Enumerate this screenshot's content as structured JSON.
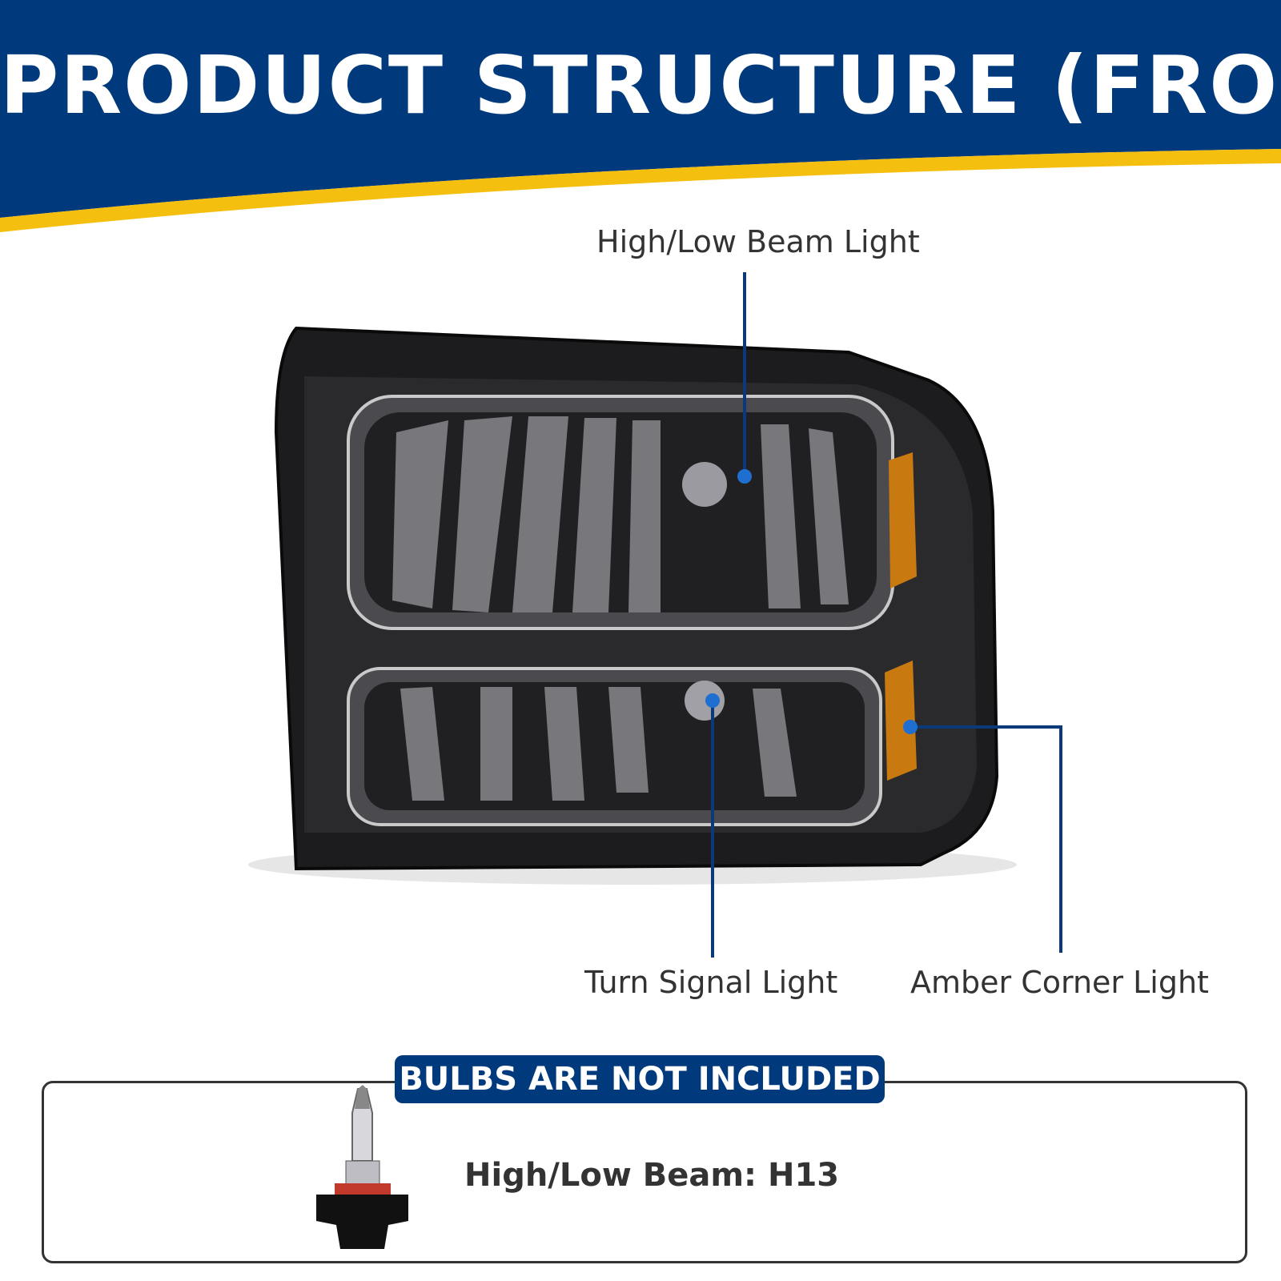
{
  "header": {
    "title": "PRODUCT STRUCTURE (FRONT)"
  },
  "callouts": {
    "high_low_beam": "High/Low  Beam Light",
    "turn_signal": "Turn Signal Light",
    "amber_corner": "Amber Corner Light"
  },
  "bulbs": {
    "notice": "BULBS ARE NOT INCLUDED",
    "spec": "High/Low Beam: H13"
  },
  "colors": {
    "brand_blue": "#003a7d",
    "accent_yellow": "#f5bf0f",
    "amber": "#c87a10"
  }
}
